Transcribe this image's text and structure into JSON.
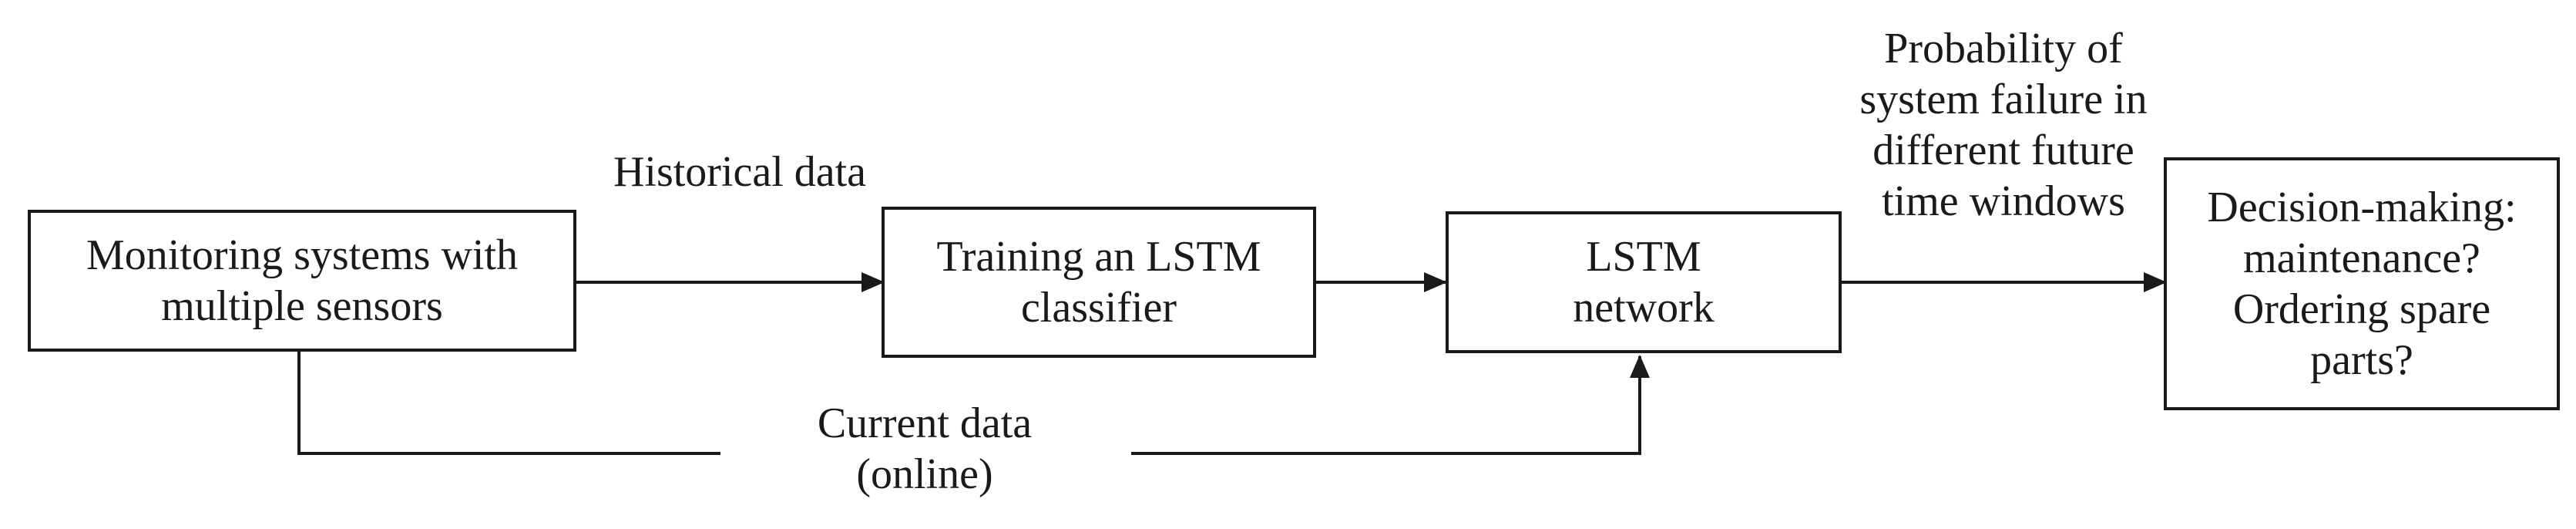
{
  "boxes": {
    "monitoring": {
      "lines": [
        "Monitoring systems with",
        "multiple sensors"
      ]
    },
    "training": {
      "lines": [
        "Training an LSTM",
        "classifier"
      ]
    },
    "lstm": {
      "lines": [
        "LSTM",
        "network"
      ]
    },
    "decision": {
      "lines": [
        "Decision-making:",
        "maintenance?",
        "Ordering spare",
        "parts?"
      ]
    }
  },
  "labels": {
    "historical": {
      "lines": [
        "Historical data"
      ]
    },
    "current": {
      "lines": [
        "Current data",
        "(online)"
      ]
    },
    "probability": {
      "lines": [
        "Probability of",
        "system failure in",
        "different future",
        "time windows"
      ]
    }
  },
  "colors": {
    "stroke": "#1a1a1a",
    "background": "#ffffff"
  }
}
